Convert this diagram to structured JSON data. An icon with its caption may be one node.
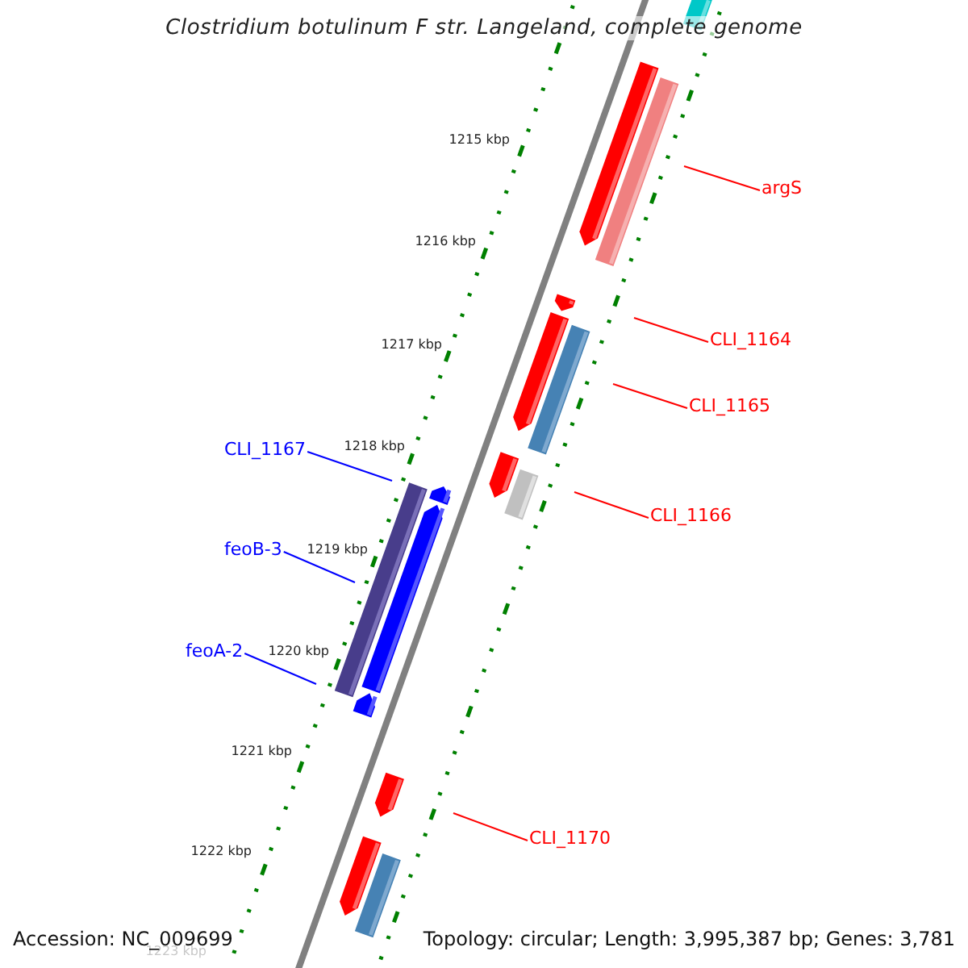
{
  "diagram": {
    "title": "Clostridium botulinum F str. Langeland, complete genome",
    "nodes": [
      {
        "text": [
          "argS"
        ]
      },
      {
        "text": [
          "CLI_1164"
        ]
      },
      {
        "text": [
          "CLI_1165"
        ]
      },
      {
        "text": [
          "CLI_1167"
        ]
      },
      {
        "text": [
          "CLI_1166"
        ]
      },
      {
        "text": [
          "feoB-3"
        ]
      },
      {
        "text": [
          "feoA-2"
        ]
      },
      {
        "text": [
          "CLI_1170"
        ]
      }
    ],
    "edges": [
      {
        "from": 0,
        "to": null,
        "arrow": "none"
      },
      {
        "from": 1,
        "to": null,
        "arrow": "none"
      },
      {
        "from": 2,
        "to": null,
        "arrow": "none"
      },
      {
        "from": 3,
        "to": null,
        "arrow": "none",
        "color": "#0000ff"
      },
      {
        "from": 4,
        "to": null,
        "arrow": "none"
      },
      {
        "from": 5,
        "to": null,
        "arrow": "none",
        "color": "#0000ff"
      },
      {
        "from": 6,
        "to": null,
        "arrow": "none",
        "color": "#0000ff"
      },
      {
        "from": 7,
        "to": null,
        "arrow": "none"
      }
    ],
    "labels": [
      "1215 kbp",
      "1216 kbp",
      "1217 kbp",
      "1218 kbp",
      "1219 kbp",
      "1220 kbp",
      "1221 kbp",
      "1222 kbp",
      "1223 kbp",
      "Accession: NC_009699",
      "Topology: circular; Length: 3,995,387 bp; Genes: 3,781"
    ]
  }
}
